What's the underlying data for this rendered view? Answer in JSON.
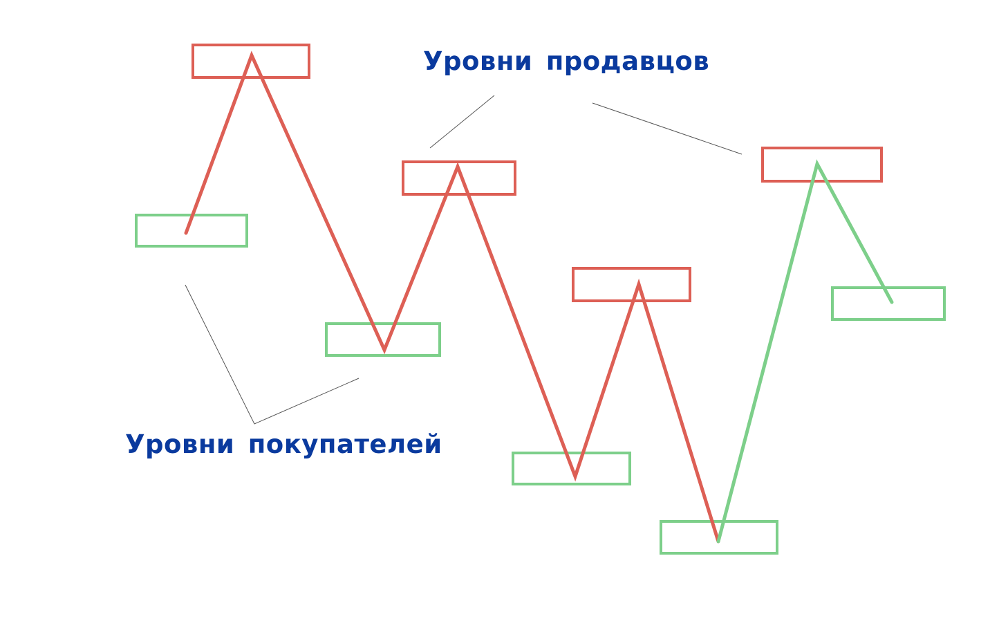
{
  "labels": {
    "sellers": "Уровни продавцов",
    "buyers": "Уровни покупателей"
  },
  "colors": {
    "label_text": "#0a3a9e",
    "seller_level": "#dd5f55",
    "buyer_level": "#7dcf8a",
    "price_down": "#dd5f55",
    "price_up": "#7dcf8a",
    "pointer_line": "#555555"
  },
  "levels": [
    {
      "kind": "buyer"
    },
    {
      "kind": "seller"
    },
    {
      "kind": "buyer"
    },
    {
      "kind": "seller"
    },
    {
      "kind": "buyer"
    },
    {
      "kind": "seller"
    },
    {
      "kind": "buyer"
    },
    {
      "kind": "seller"
    },
    {
      "kind": "buyer"
    }
  ]
}
